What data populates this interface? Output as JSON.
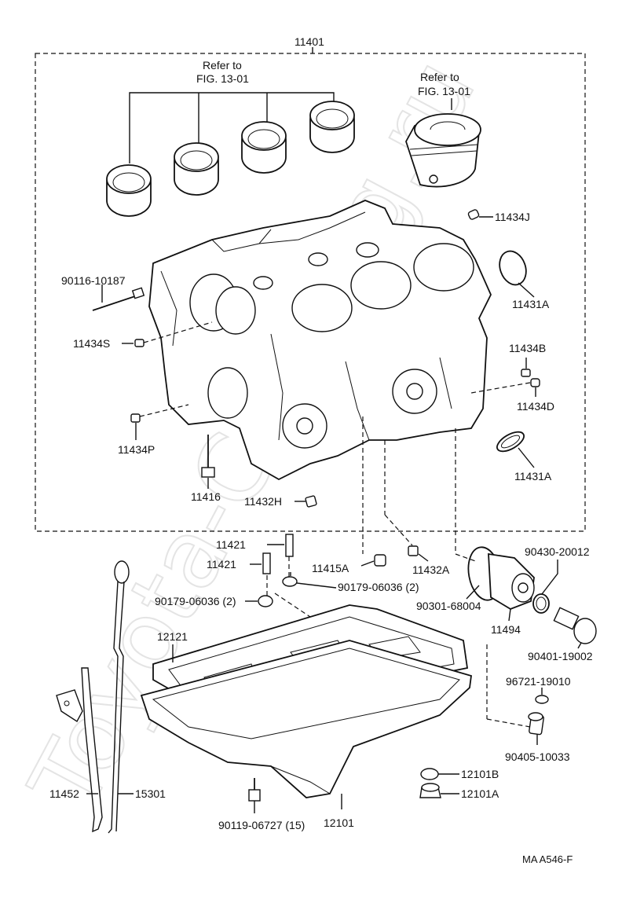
{
  "diagram": {
    "main_assembly": "11401",
    "refer_1": {
      "line1": "Refer to",
      "line2": "FIG. 13-01"
    },
    "refer_2": {
      "line1": "Refer to",
      "line2": "FIG. 13-01"
    },
    "watermark": "Toyota-Catalog.ru",
    "figure_code": "MA  A546-F",
    "labels": {
      "l11434J": "11434J",
      "l90116": "90116-10187",
      "l11431A_top": "11431A",
      "l11434S": "11434S",
      "l11434B": "11434B",
      "l11434D": "11434D",
      "l11434P": "11434P",
      "l11431A_bot": "11431A",
      "l11416": "11416",
      "l11432H": "11432H",
      "l11421_a": "11421",
      "l11421_b": "11421",
      "l11415A": "11415A",
      "l11432A": "11432A",
      "l90430": "90430-20012",
      "l90179_a": "90179-06036 (2)",
      "l90179_b": "90179-06036 (2)",
      "l90301": "90301-68004",
      "l11494": "11494",
      "l12121": "12121",
      "l90401": "90401-19002",
      "l96721": "96721-19010",
      "l90405": "90405-10033",
      "l12101B": "12101B",
      "l12101A": "12101A",
      "l11452": "11452",
      "l15301": "15301",
      "l90119": "90119-06727 (15)",
      "l12101": "12101"
    }
  }
}
